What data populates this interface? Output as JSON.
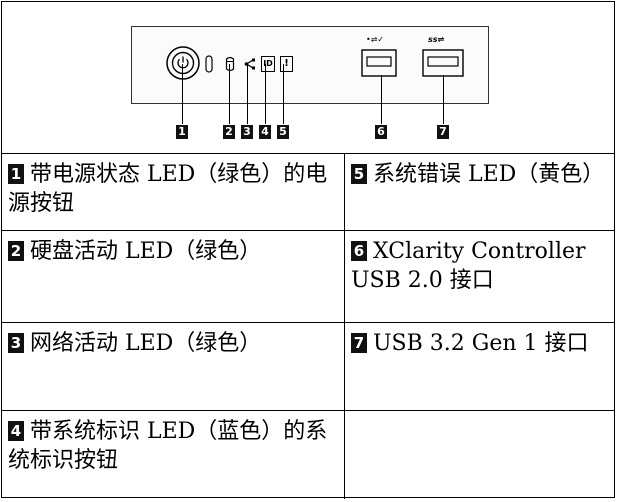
{
  "figure": {
    "callouts": [
      "1",
      "2",
      "3",
      "4",
      "5",
      "6",
      "7"
    ],
    "usb_labels": {
      "left": "•⇌✓",
      "right": "ss⇌"
    },
    "id_label": "ID",
    "err_label": "!"
  },
  "rows": [
    {
      "left": {
        "num": "1",
        "text": "带电源状态 LED（绿色）的电源按钮"
      },
      "right": {
        "num": "5",
        "text": "系统错误 LED（黄色）"
      }
    },
    {
      "left": {
        "num": "2",
        "text": "硬盘活动 LED（绿色）"
      },
      "right": {
        "num": "6",
        "text": "XClarity Controller USB 2.0 接口"
      }
    },
    {
      "left": {
        "num": "3",
        "text": "网络活动 LED（绿色）"
      },
      "right": {
        "num": "7",
        "text": "USB 3.2 Gen 1 接口"
      }
    },
    {
      "left": {
        "num": "4",
        "text": "带系统标识 LED（蓝色）的系统标识按钮"
      },
      "right": {
        "num": "",
        "text": ""
      }
    }
  ]
}
